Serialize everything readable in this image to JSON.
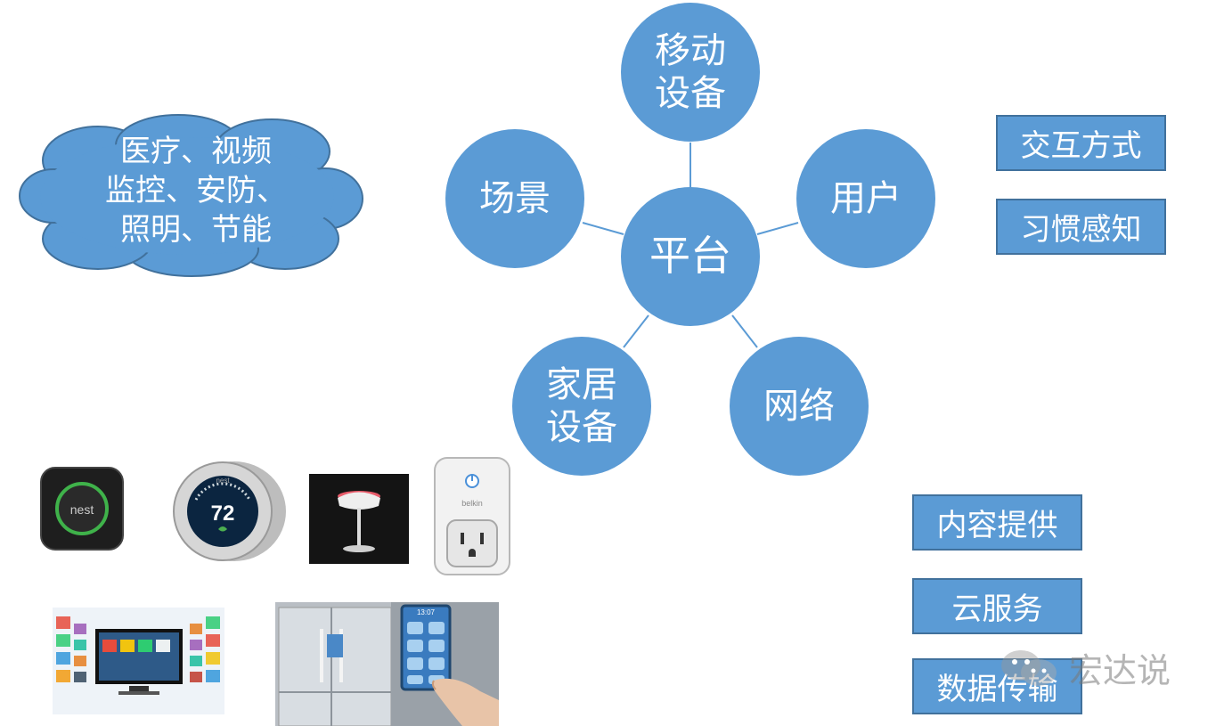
{
  "diagram": {
    "center": "平台",
    "nodes": [
      {
        "id": "mobile",
        "label": "移动\n设备"
      },
      {
        "id": "user",
        "label": "用户"
      },
      {
        "id": "scene",
        "label": "场景"
      },
      {
        "id": "home",
        "label": "家居\n设备"
      },
      {
        "id": "network",
        "label": "网络"
      }
    ],
    "cloud": "医疗、视频\n监控、安防、\n照明、节能",
    "user_boxes": [
      "交互方式",
      "习惯感知"
    ],
    "network_boxes": [
      "内容提供",
      "云服务",
      "数据传输"
    ]
  },
  "products": {
    "smoke_detector_brand": "nest",
    "thermostat_brand": "nest",
    "thermostat_temp": "72",
    "plug_brand": "belkin",
    "fridge_time": "13:07"
  },
  "watermark": "宏达说",
  "colors": {
    "node_fill": "#5b9bd5",
    "node_border": "#41719c",
    "text": "#ffffff"
  }
}
